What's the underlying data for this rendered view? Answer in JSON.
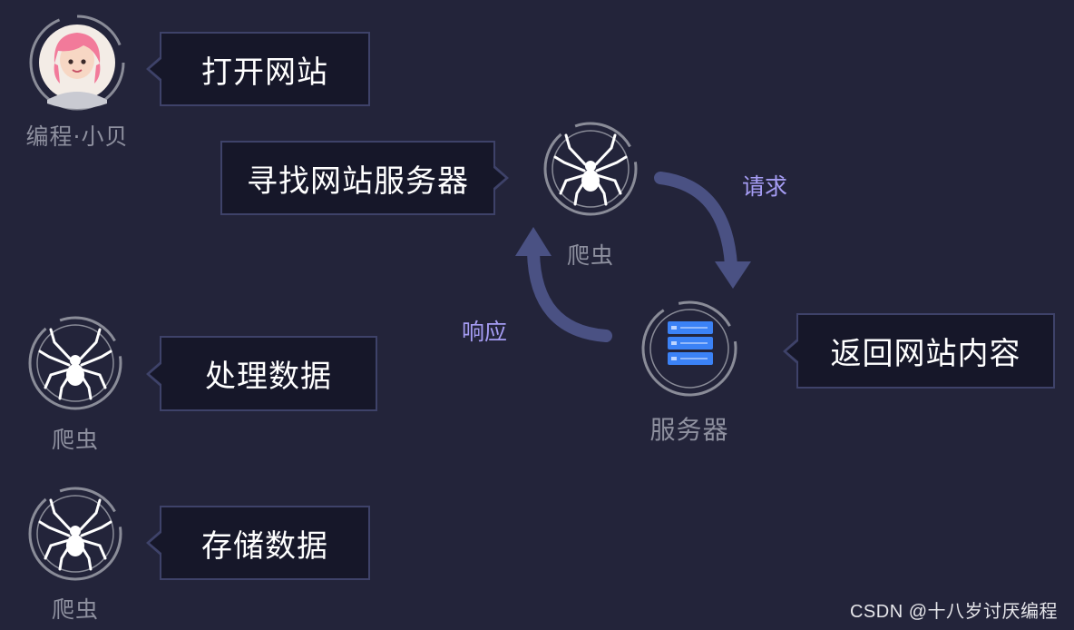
{
  "nodes": {
    "user_caption": "编程·小贝",
    "crawler_caption_center": "爬虫",
    "server_caption": "服务器",
    "crawler_caption_process": "爬虫",
    "crawler_caption_store": "爬虫"
  },
  "bubbles": {
    "open_site": "打开网站",
    "find_server": "寻找网站服务器",
    "return_content": "返回网站内容",
    "process_data": "处理数据",
    "store_data": "存储数据"
  },
  "flow": {
    "request": "请求",
    "response": "响应"
  },
  "watermark": "CSDN @十八岁讨厌编程",
  "colors": {
    "background": "#23243a",
    "bubble_fill": "#161729",
    "bubble_border": "#3e4269",
    "ring": "#8a8c98",
    "arrow": "#4a5183",
    "flow_text": "#a59cf3",
    "server_blue": "#3b82f6"
  },
  "icons": [
    "avatar",
    "spider-icon",
    "server-icon"
  ]
}
